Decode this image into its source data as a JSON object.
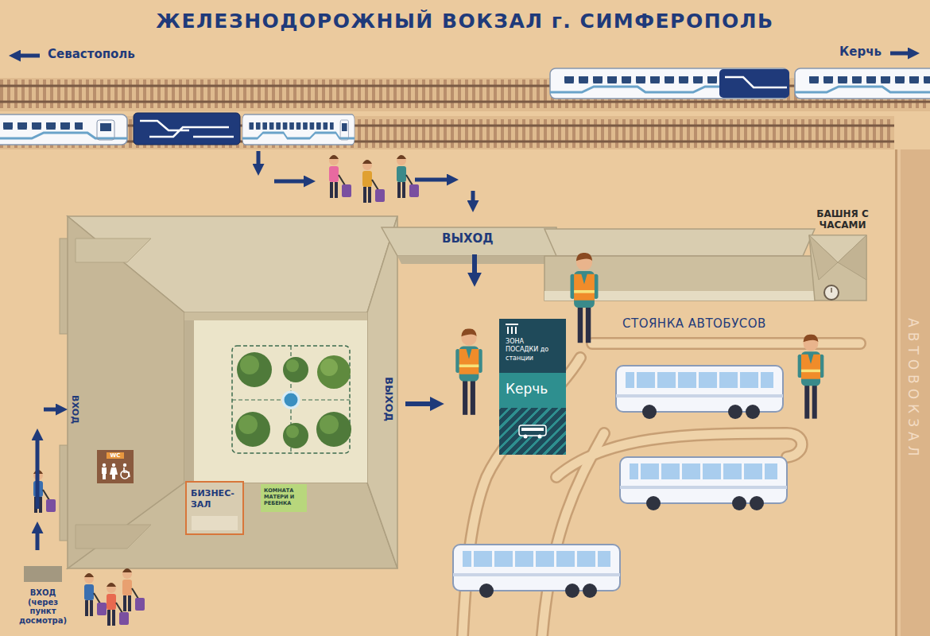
{
  "diagram": {
    "title": "ЖЕЛЕЗНОДОРОЖНЫЙ ВОКЗАЛ г. СИМФЕРОПОЛЬ",
    "nodes": [
      {
        "text": [
          "ЗОНА ПОСАДКИ до станции",
          "Керчь"
        ]
      },
      {
        "text": [
          "WC"
        ]
      },
      {
        "text": [
          "БИЗНЕС-ЗАЛ"
        ]
      },
      {
        "text": [
          "КОМНАТА МАТЕРИ И РЕБЕНКА"
        ]
      },
      {
        "text": [
          "ВХОД (через пункт досмотра)"
        ]
      },
      {
        "text": [
          "АВТОВОКЗАЛ"
        ]
      }
    ],
    "labels": [
      "Севастополь",
      "Керчь",
      "ВЫХОД",
      "БАШНЯ С ЧАСАМИ",
      "СТОЯНКА АВТОБУСОВ",
      "ВХОД",
      "ВЫХОД"
    ]
  }
}
